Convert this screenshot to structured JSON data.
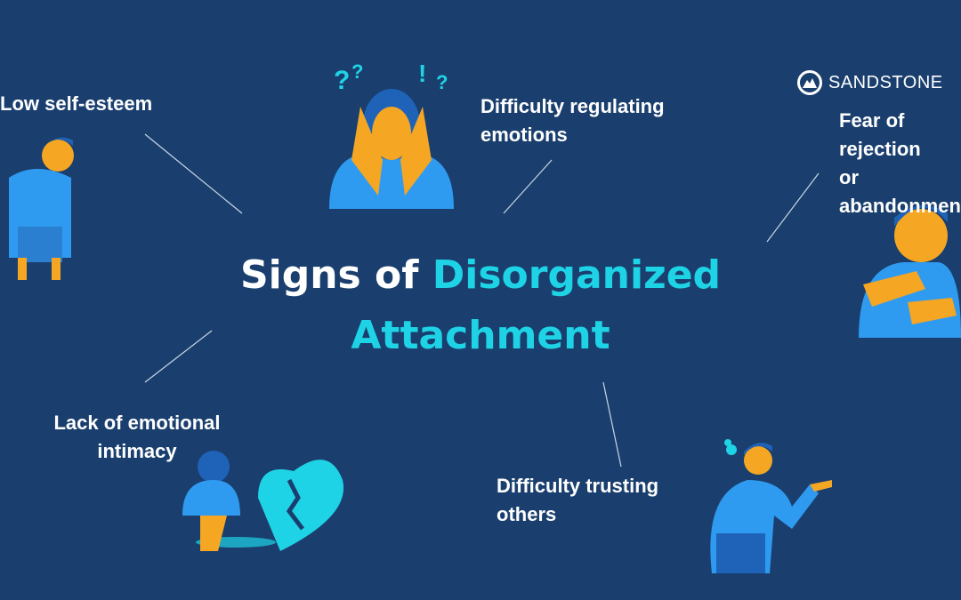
{
  "brand": {
    "name": "SANDSTONE"
  },
  "title": {
    "part1": "Signs of",
    "part2": "Disorganized",
    "part3": "Attachment"
  },
  "signs": [
    {
      "line1": "Low self-esteem",
      "line2": ""
    },
    {
      "line1": "Difficulty regulating",
      "line2": "emotions"
    },
    {
      "line1": "Fear of rejection",
      "line2": "or abandonment"
    },
    {
      "line1": "Lack of emotional",
      "line2": "intimacy"
    },
    {
      "line1": "Difficulty trusting",
      "line2": "others"
    }
  ],
  "colors": {
    "background": "#1a3f6e",
    "accent": "#1fd3e6",
    "skin": "#f5a623",
    "shirt": "#2f9bf0"
  }
}
